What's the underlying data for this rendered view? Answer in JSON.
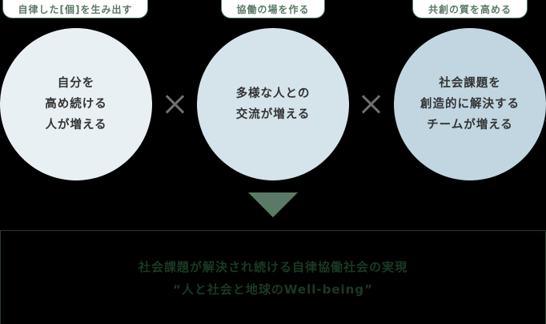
{
  "headers": [
    {
      "label": "自律した[個]を生み出す"
    },
    {
      "label": "協働の場を作る"
    },
    {
      "label": "共創の質を高める"
    }
  ],
  "circles": [
    {
      "lines": [
        "自分を",
        "高め続ける",
        "人が増える"
      ],
      "color": "#e9f0f3"
    },
    {
      "lines": [
        "多様な人との",
        "交流が増える"
      ],
      "color": "#d5e3ea"
    },
    {
      "lines": [
        "社会課題を",
        "創造的に解決する",
        "チームが増える"
      ],
      "color": "#c1d6e0"
    }
  ],
  "operators": [
    {
      "symbol": "×"
    },
    {
      "symbol": "×"
    }
  ],
  "result": {
    "line1": "社会課題が解決され続ける自律協働社会の実現",
    "line2": "“人と社会と地球のWell-being”"
  },
  "colors": {
    "accent_green": "#5a7a66",
    "dark_green": "#1a3a24",
    "operator_gray": "#707070"
  }
}
